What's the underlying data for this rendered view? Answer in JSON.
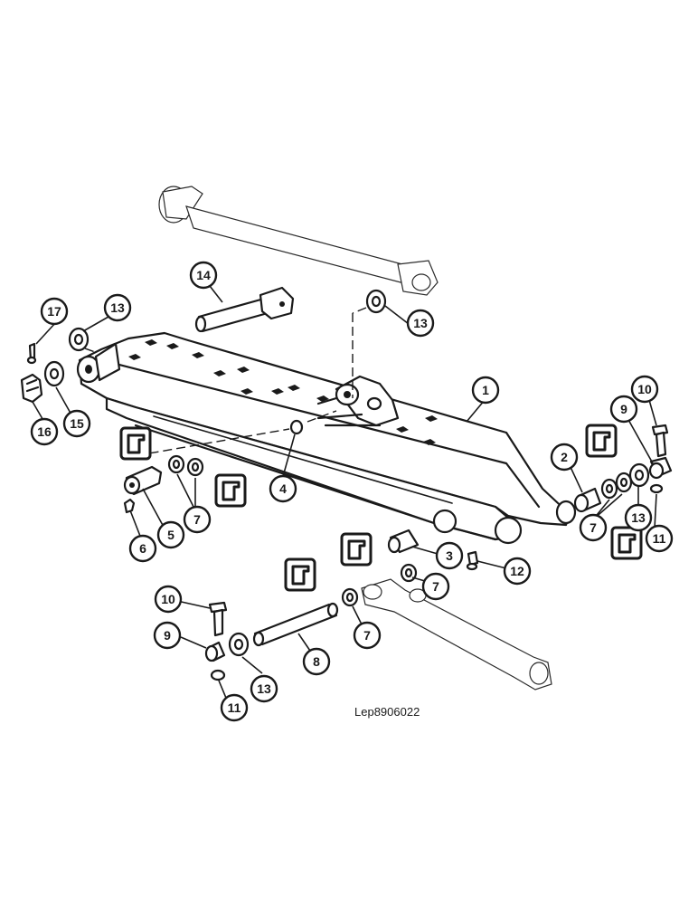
{
  "callouts": [
    {
      "id": "c1",
      "label": "1"
    },
    {
      "id": "c2",
      "label": "2"
    },
    {
      "id": "c3",
      "label": "3"
    },
    {
      "id": "c4",
      "label": "4"
    },
    {
      "id": "c5",
      "label": "5"
    },
    {
      "id": "c6",
      "label": "6"
    },
    {
      "id": "c7a",
      "label": "7"
    },
    {
      "id": "c7b",
      "label": "7"
    },
    {
      "id": "c7c",
      "label": "7"
    },
    {
      "id": "c7d",
      "label": "7"
    },
    {
      "id": "c8",
      "label": "8"
    },
    {
      "id": "c9a",
      "label": "9"
    },
    {
      "id": "c9b",
      "label": "9"
    },
    {
      "id": "c10a",
      "label": "10"
    },
    {
      "id": "c10b",
      "label": "10"
    },
    {
      "id": "c11a",
      "label": "11"
    },
    {
      "id": "c11b",
      "label": "11"
    },
    {
      "id": "c12",
      "label": "12"
    },
    {
      "id": "c13a",
      "label": "13"
    },
    {
      "id": "c13b",
      "label": "13"
    },
    {
      "id": "c13c",
      "label": "13"
    },
    {
      "id": "c13d",
      "label": "13"
    },
    {
      "id": "c14",
      "label": "14"
    },
    {
      "id": "c15",
      "label": "15"
    },
    {
      "id": "c16",
      "label": "16"
    },
    {
      "id": "c17",
      "label": "17"
    }
  ],
  "caption": "Lep8906022",
  "icons": [
    "grease-symbol-icon"
  ]
}
